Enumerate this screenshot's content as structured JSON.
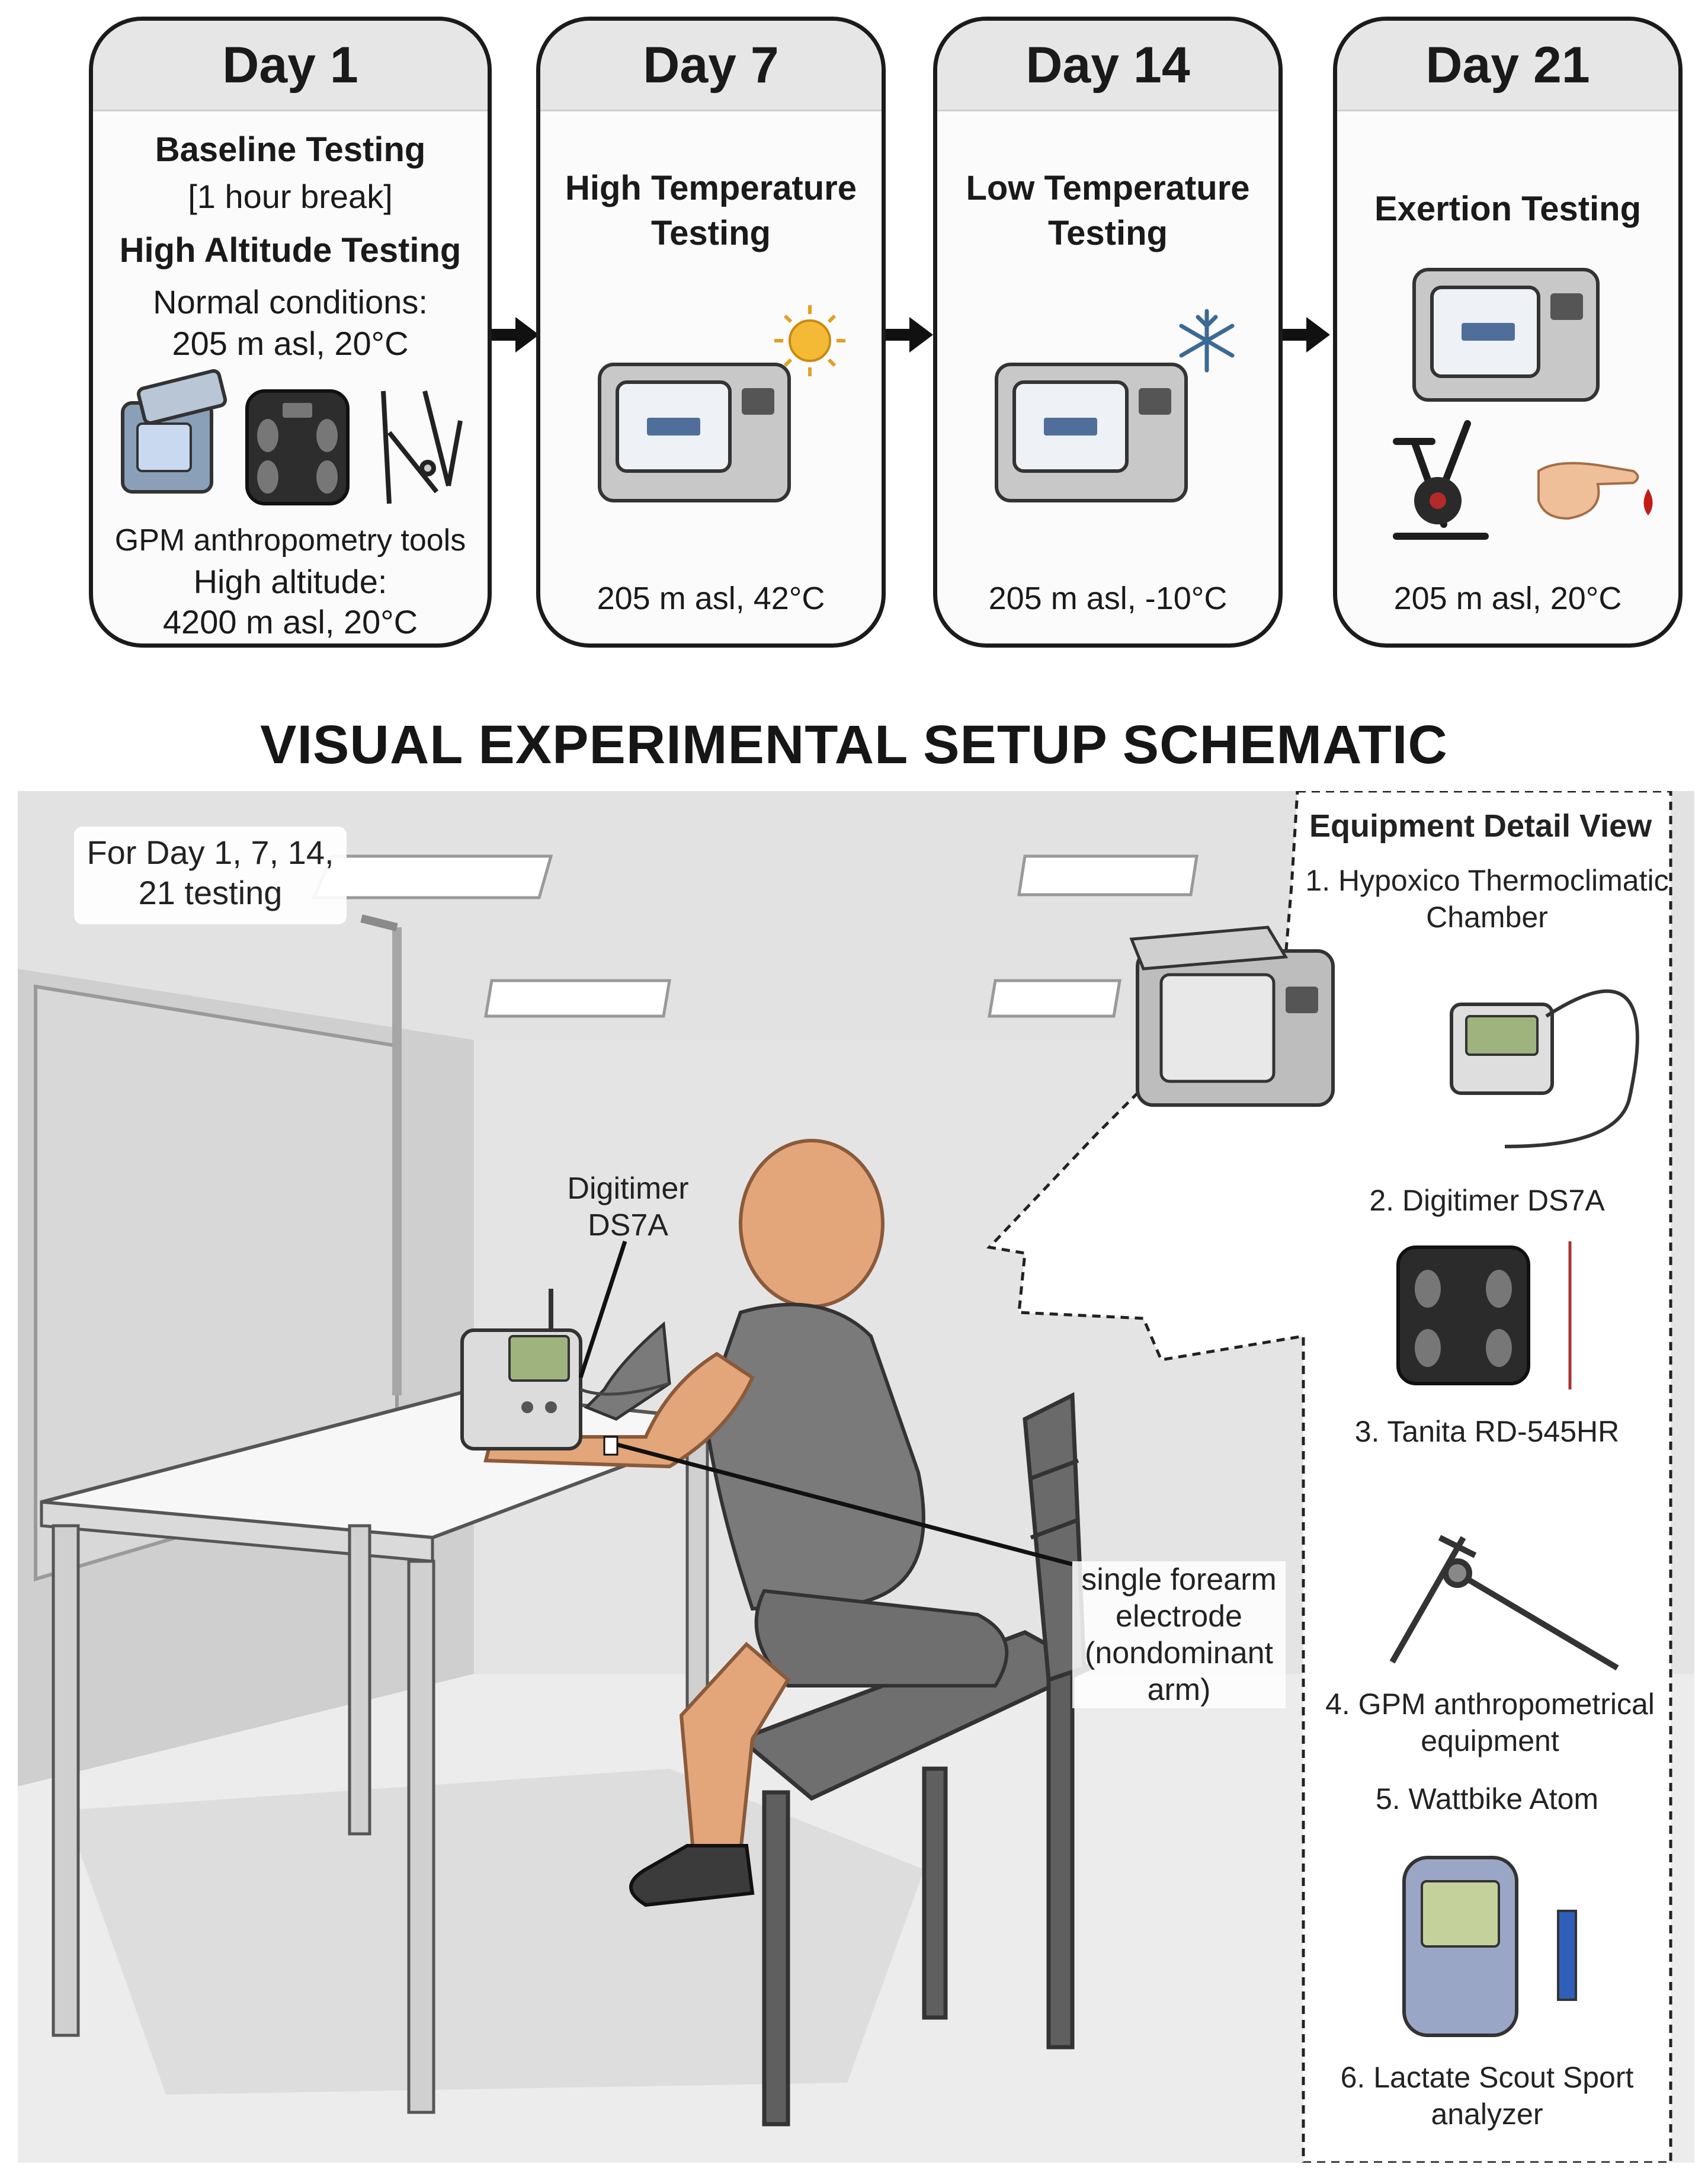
{
  "timeline": [
    {
      "day": "Day 1",
      "lines": [
        {
          "text": "Baseline Testing",
          "bold": true
        },
        {
          "text": "[1 hour break]",
          "bold": false
        },
        {
          "text": "High Altitude Testing",
          "bold": true
        },
        {
          "text": "Normal conditions:",
          "bold": false
        },
        {
          "text": "205 m asl, 20°C",
          "bold": false
        }
      ],
      "footer": [
        "GPM anthropometry tools",
        "High altitude:",
        "4200 m asl, 20°C"
      ]
    },
    {
      "day": "Day 7",
      "title": "High Temperature Testing",
      "condition": "205 m asl, 42°C",
      "weather_icon": "sun-icon"
    },
    {
      "day": "Day 14",
      "title": "Low Temperature Testing",
      "condition": "205 m asl, -10°C",
      "weather_icon": "snowflake-icon"
    },
    {
      "day": "Day 21",
      "title": "Exertion Testing",
      "condition": "205 m asl, 20°C"
    }
  ],
  "schematic_title": "VISUAL EXPERIMENTAL SETUP SCHEMATIC",
  "scene": {
    "testing_note": "For Day 1, 7, 14, 21 testing",
    "device_label": "Digitimer DS7A",
    "electrode_label": "single forearm electrode (nondominant arm)"
  },
  "equipment": {
    "title": "Equipment Detail View",
    "items": [
      "1. Hypoxico Thermoclimatic Chamber",
      "2. Digitimer DS7A",
      "3. Tanita RD-545HR",
      "4. GPM anthropometrical equipment",
      "5. Wattbike Atom",
      "6. Lactate Scout Sport analyzer"
    ]
  },
  "colors": {
    "card_border": "#1b1b1b",
    "header_bg": "#e6e6e6",
    "room_wall": "#d9d9d9",
    "skin": "#e3a57a",
    "suit": "#777777"
  }
}
